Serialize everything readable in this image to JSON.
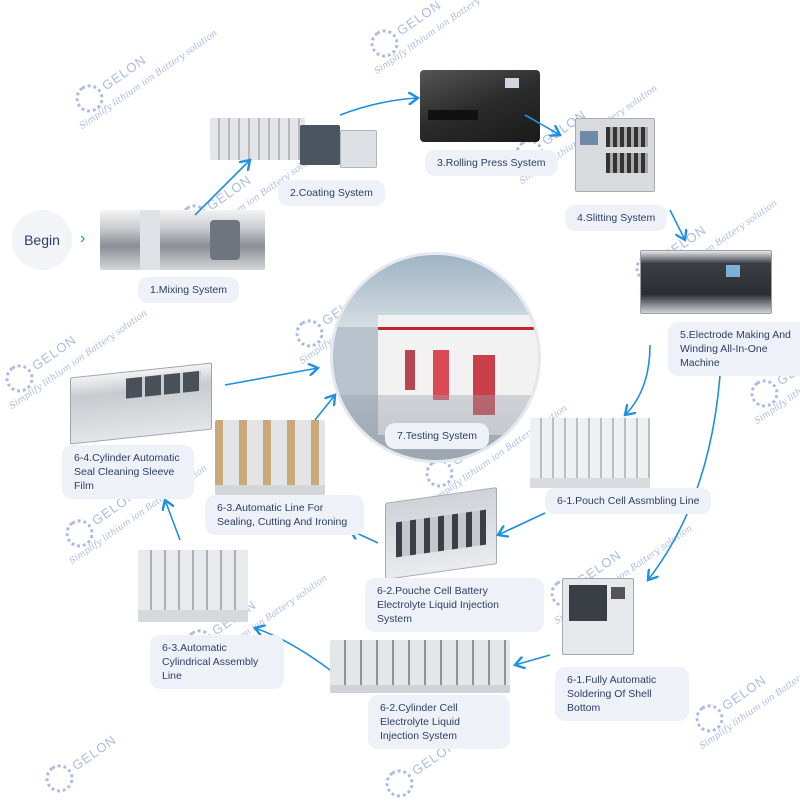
{
  "begin_label": "Begin",
  "steps": [
    {
      "id": "mixing",
      "label": "1.Mixing System"
    },
    {
      "id": "coating",
      "label": "2.Coating System"
    },
    {
      "id": "rolling",
      "label": "3.Rolling Press System"
    },
    {
      "id": "slitting",
      "label": "4.Slitting System"
    },
    {
      "id": "electrode",
      "label": "5.Electrode Making And Winding All-In-One Machine"
    },
    {
      "id": "pouch-assembling",
      "label": "6-1.Pouch Cell Assmbling Line"
    },
    {
      "id": "pouch-injection",
      "label": "6-2.Pouche Cell Battery Electrolyte Liquid Injection System"
    },
    {
      "id": "sealing",
      "label": "6-3.Automatic Line For Sealing, Cutting And Ironing"
    },
    {
      "id": "soldering",
      "label": "6-1.Fully Automatic Soldering Of Shell Bottom"
    },
    {
      "id": "cylinder-injection",
      "label": "6-2.Cylinder Cell Electrolyte Liquid Injection System"
    },
    {
      "id": "cylindrical-assembly",
      "label": "6-3.Automatic Cylindrical Assembly Line"
    },
    {
      "id": "sleeve-film",
      "label": "6-4.Cylinder Automatic Seal Cleaning Sleeve Film"
    },
    {
      "id": "testing",
      "label": "7.Testing System"
    }
  ],
  "watermark": {
    "brand": "GELON",
    "tagline": "Simplify lithium ion Battery solution"
  },
  "colors": {
    "arrow": "#1e90e0",
    "label_bg": "#eef1f7",
    "label_text": "#2c3e66",
    "watermark": "#8fa6d6"
  }
}
